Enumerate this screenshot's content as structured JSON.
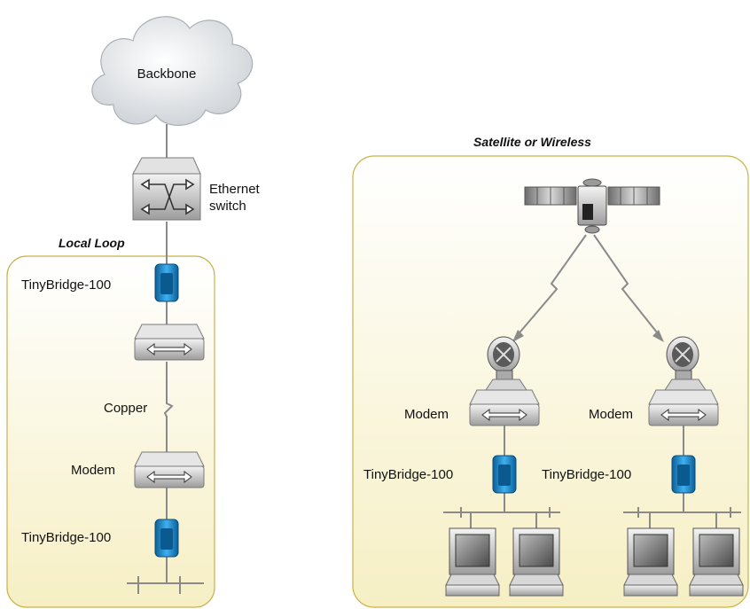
{
  "cloud_label": "Backbone",
  "switch_label_line1": "Ethernet",
  "switch_label_line2": "switch",
  "local_loop": {
    "title": "Local Loop",
    "top_bridge": "TinyBridge-100",
    "link_label": "Copper",
    "modem_label": "Modem",
    "bottom_bridge": "TinyBridge-100"
  },
  "wireless": {
    "title": "Satellite or Wireless",
    "left_modem": "Modem",
    "left_bridge": "TinyBridge-100",
    "right_modem": "Modem",
    "right_bridge": "TinyBridge-100"
  },
  "colors": {
    "region_fill": "#fbf7dc",
    "region_border": "#c8b24a",
    "bridge_blue": "#1f8fd0",
    "line_gray": "#8a8a8a"
  }
}
